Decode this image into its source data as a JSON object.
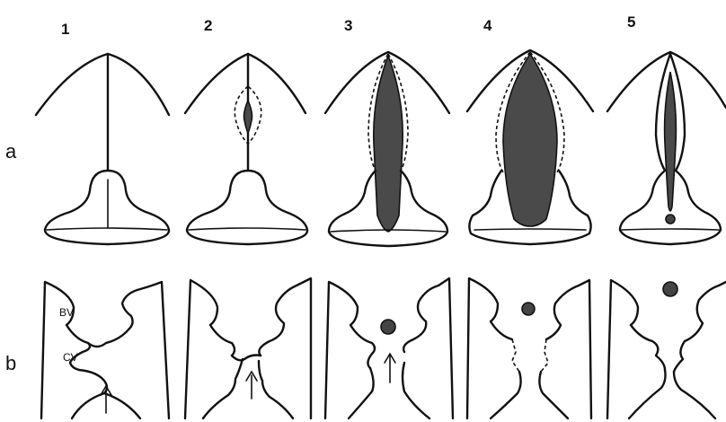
{
  "stage_labels": [
    "1",
    "2",
    "3",
    "4",
    "5"
  ],
  "row_labels": {
    "a": "a",
    "b": "b"
  },
  "annotations": {
    "bv": "BV",
    "cv": "CV"
  }
}
